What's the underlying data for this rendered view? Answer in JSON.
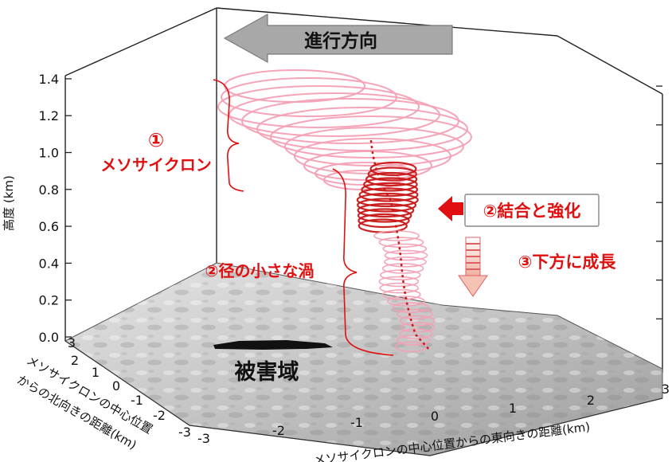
{
  "direction_label": "進行方向",
  "labels": {
    "mesocyclone_num": "①",
    "mesocyclone": "メソサイクロン",
    "small_vortex": "②径の小さな渦",
    "merge_strengthen": "②結合と強化",
    "grow_downward": "③下方に成長",
    "damage_area": "被害域"
  },
  "axes": {
    "z_title": "高度 (km)",
    "z_ticks": [
      "0.0",
      "0.2",
      "0.4",
      "0.6",
      "0.8",
      "1.0",
      "1.2",
      "1.4"
    ],
    "x_title": "メソサイクロンの中心位置からの東向きの距離(km)",
    "x_ticks": [
      "-3",
      "-2",
      "-1",
      "0",
      "1",
      "2",
      "3"
    ],
    "y_title_line1": "メソサイクロンの中心位置",
    "y_title_line2": "からの北向きの距離(km)",
    "y_ticks": [
      "3",
      "2",
      "1",
      "0",
      "-1",
      "-2",
      "-3"
    ]
  },
  "colors": {
    "vortex_light": "#f4a0b4",
    "vortex_dark": "#c81818",
    "label_red": "#e01010",
    "arrow_gray": "#a8a8a8",
    "terrain": "#bcbcbc"
  }
}
